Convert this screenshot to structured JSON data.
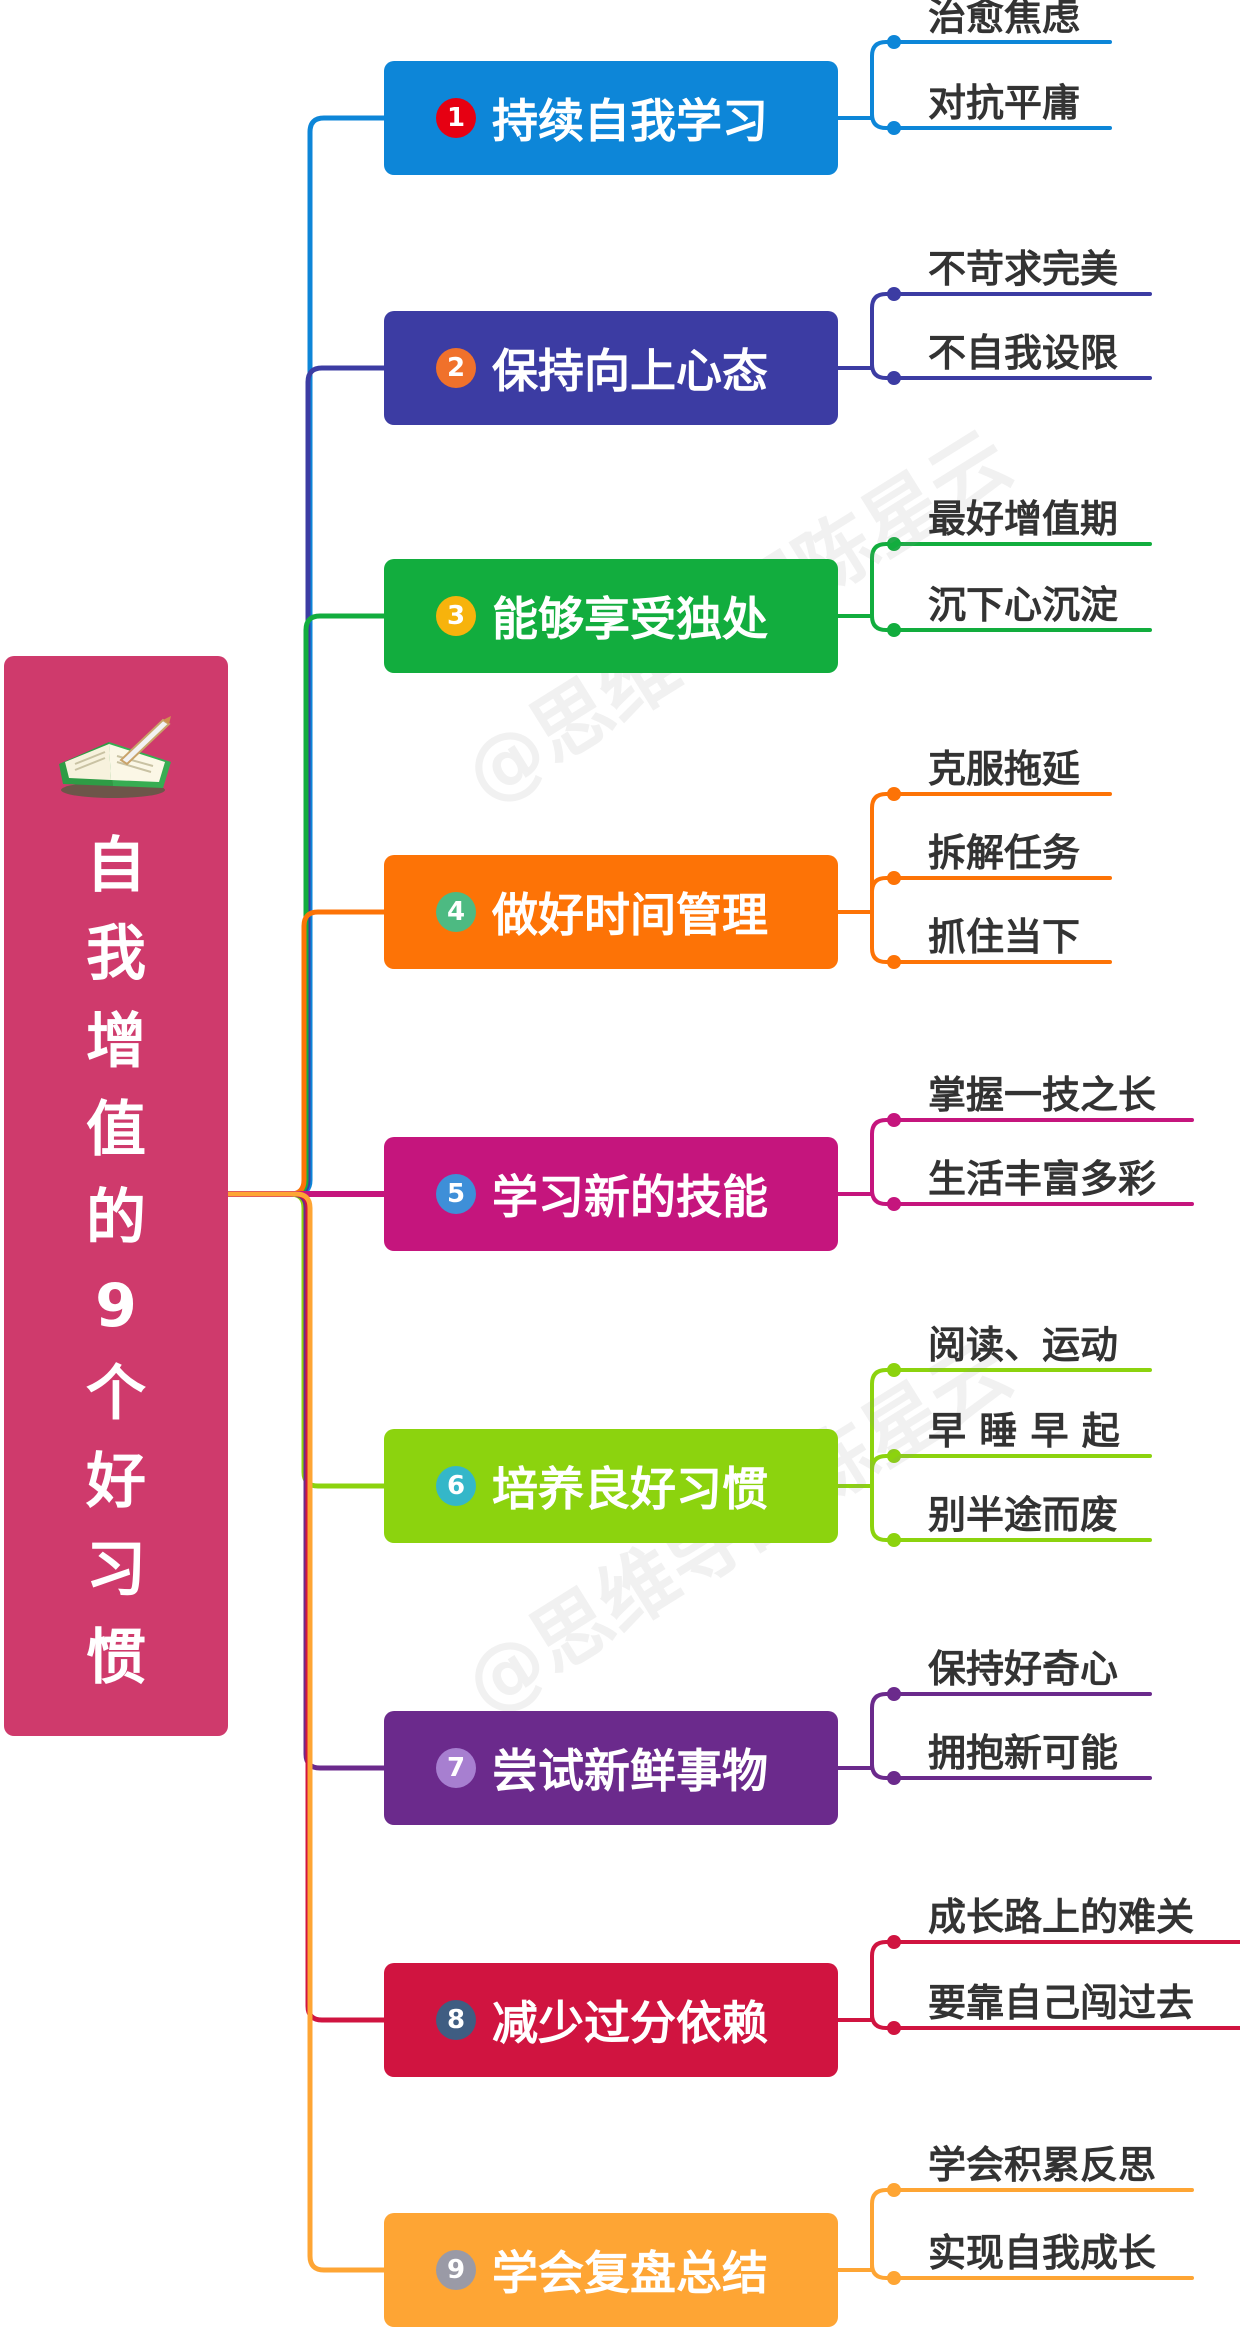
{
  "root": {
    "title": "自我增值的9个好习惯",
    "color": "#cf3a6c",
    "icon": "open-book-with-quill-icon"
  },
  "watermark": "@思维导图陈星云",
  "branches": [
    {
      "number": "1",
      "label": "持续自我学习",
      "color": "#0d86d8",
      "badge_color": "#e60012",
      "leaves": [
        "治愈焦虑",
        "对抗平庸"
      ]
    },
    {
      "number": "2",
      "label": "保持向上心态",
      "color": "#3c3ca3",
      "badge_color": "#f0712b",
      "leaves": [
        "不苛求完美",
        "不自我设限"
      ]
    },
    {
      "number": "3",
      "label": "能够享受独处",
      "color": "#12ad3e",
      "badge_color": "#f7b30c",
      "leaves": [
        "最好增值期",
        "沉下心沉淀"
      ]
    },
    {
      "number": "4",
      "label": "做好时间管理",
      "color": "#fd7306",
      "badge_color": "#4dba82",
      "leaves": [
        "克服拖延",
        "拆解任务",
        "抓住当下"
      ]
    },
    {
      "number": "5",
      "label": "学习新的技能",
      "color": "#c5157d",
      "badge_color": "#3e8fd8",
      "leaves": [
        "掌握一技之长",
        "生活丰富多彩"
      ]
    },
    {
      "number": "6",
      "label": "培养良好习惯",
      "color": "#8cd30e",
      "badge_color": "#34b7c9",
      "leaves": [
        "阅读、运动",
        "早 睡 早 起",
        "别半途而废"
      ]
    },
    {
      "number": "7",
      "label": "尝试新鲜事物",
      "color": "#6b2a8c",
      "badge_color": "#a77fd0",
      "leaves": [
        "保持好奇心",
        "拥抱新可能"
      ]
    },
    {
      "number": "8",
      "label": "减少过分依赖",
      "color": "#d01440",
      "badge_color": "#3f5d82",
      "leaves": [
        "成长路上的难关",
        "要靠自己闯过去"
      ]
    },
    {
      "number": "9",
      "label": "学会复盘总结",
      "color": "#fea534",
      "badge_color": "#9a9aa6",
      "leaves": [
        "学会积累反思",
        "实现自我成长"
      ]
    }
  ]
}
